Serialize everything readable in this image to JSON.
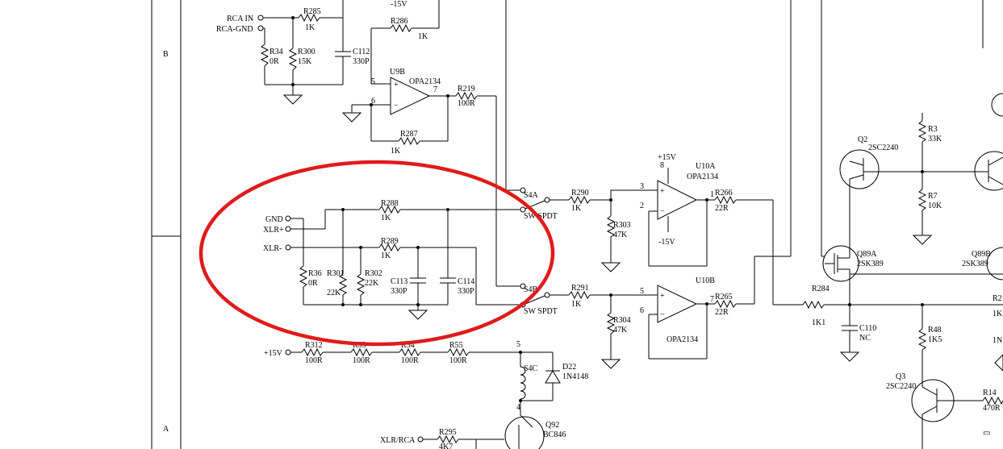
{
  "zones": {
    "row_b": "B",
    "row_a": "A"
  },
  "connectors": {
    "rca_in": "RCA IN",
    "rca_gnd": "RCA-GND",
    "gnd": "GND",
    "xlr_plus": "XLR+",
    "xlr_minus": "XLR-",
    "plus15v_input": "+15V",
    "xlr_rca": "XLR/RCA"
  },
  "supplies": {
    "neg15_top": "-15V",
    "pos15_u10": "+15V",
    "neg15_u10": "-15V"
  },
  "resistors": {
    "r285": {
      "ref": "R285",
      "value": "1K"
    },
    "r286": {
      "ref": "R286",
      "value": "1K"
    },
    "r34": {
      "ref": "R34",
      "value": "0R"
    },
    "r300": {
      "ref": "R300",
      "value": "15K"
    },
    "r219": {
      "ref": "R219",
      "value": "100R"
    },
    "r287": {
      "ref": "R287",
      "value": "1K"
    },
    "r288": {
      "ref": "R288",
      "value": "1K"
    },
    "r289": {
      "ref": "R289",
      "value": "1K"
    },
    "r36": {
      "ref": "R36",
      "value": "0R"
    },
    "r301": {
      "ref": "R301",
      "value": "22K"
    },
    "r302": {
      "ref": "R302",
      "value": "22K"
    },
    "r290": {
      "ref": "R290",
      "value": "1K"
    },
    "r291": {
      "ref": "R291",
      "value": "1K"
    },
    "r303": {
      "ref": "R303",
      "value": "47K"
    },
    "r304": {
      "ref": "R304",
      "value": "47K"
    },
    "r266": {
      "ref": "R266",
      "value": "22R"
    },
    "r265": {
      "ref": "R265",
      "value": "22R"
    },
    "r284": {
      "ref": "R284",
      "value": "1K1"
    },
    "r3": {
      "ref": "R3",
      "value": "33K"
    },
    "r7": {
      "ref": "R7",
      "value": "10K"
    },
    "r48": {
      "ref": "R48",
      "value": "1K5"
    },
    "r14": {
      "ref": "R14",
      "value": "470R"
    },
    "r312": {
      "ref": "R312",
      "value": "100R"
    },
    "r53": {
      "ref": "R53",
      "value": "100R"
    },
    "r54": {
      "ref": "R54",
      "value": "100R"
    },
    "r55": {
      "ref": "R55",
      "value": "100R"
    },
    "r295": {
      "ref": "R295",
      "value": "4K7"
    },
    "r_right_edge": {
      "ref": "R2",
      "value": "1K"
    },
    "r_edge_bottom": {
      "value": "1N"
    }
  },
  "capacitors": {
    "c112": {
      "ref": "C112",
      "value": "330P"
    },
    "c113": {
      "ref": "C113",
      "value": "330P"
    },
    "c114": {
      "ref": "C114",
      "value": "330P"
    },
    "c110": {
      "ref": "C110",
      "value": "NC"
    }
  },
  "opamps": {
    "u9b": {
      "ref": "U9B",
      "part": "OPA2134",
      "pin_plus": "5",
      "pin_minus": "6",
      "pin_out": "7"
    },
    "u10a": {
      "ref": "U10A",
      "part": "OPA2134",
      "pin_plus": "3",
      "pin_minus": "2",
      "pin_out": "1",
      "pin_v": "8"
    },
    "u10b": {
      "ref": "U10B",
      "part": "OPA2134",
      "pin_plus": "5",
      "pin_minus": "6",
      "pin_out": "7"
    }
  },
  "switches": {
    "s4a": {
      "ref": "S4A",
      "type": "SW SPDT"
    },
    "s4b": {
      "ref": "S4B",
      "type": "SW SPDT"
    },
    "s4c": {
      "ref": "S4C"
    },
    "s4c_pin_top": "5",
    "s4c_pin_bottom": "4"
  },
  "transistors": {
    "q2": {
      "ref": "Q2",
      "part": "2SC2240"
    },
    "q89a": {
      "ref": "Q89A",
      "part": "2SK389"
    },
    "q89b": {
      "ref": "Q89B",
      "part": "2SK389"
    },
    "q3": {
      "ref": "Q3",
      "part": "2SC2240"
    },
    "q92": {
      "ref": "Q92",
      "part": "BC846"
    }
  },
  "diodes": {
    "d22": {
      "ref": "D22",
      "part": "1N4148"
    }
  },
  "annotation": {
    "color": "#e01b1b",
    "shape": "ellipse"
  }
}
